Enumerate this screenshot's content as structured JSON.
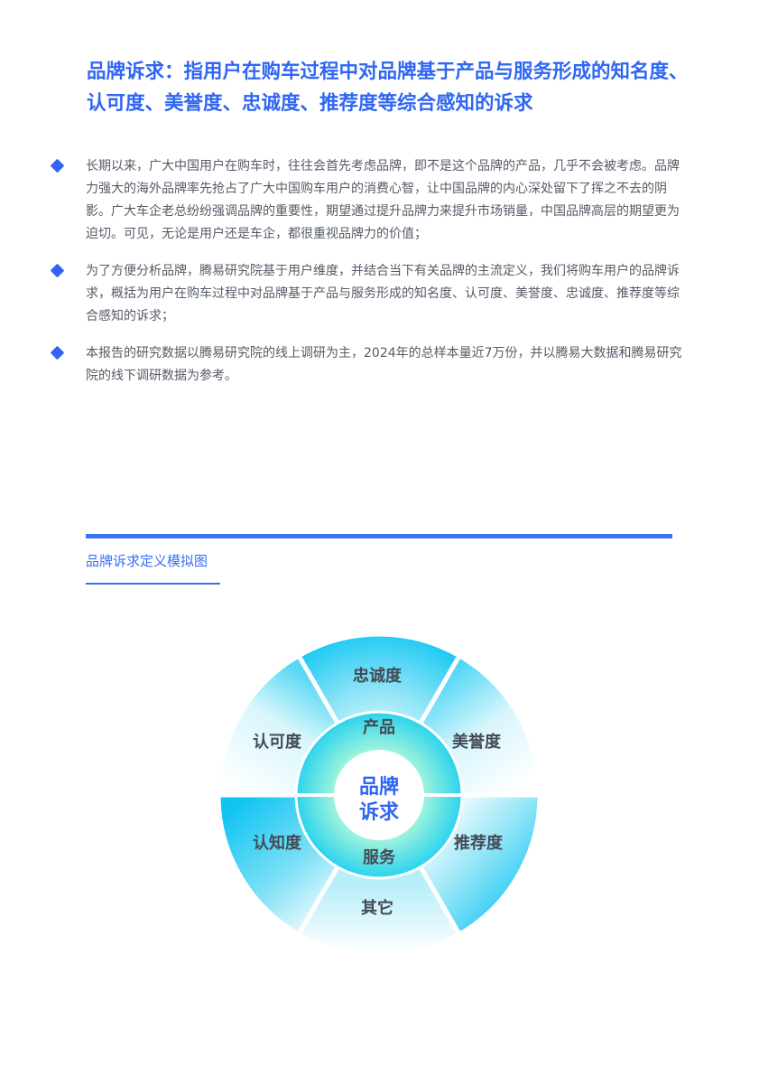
{
  "heading": "品牌诉求：指用户在购车过程中对品牌基于产品与服务形成的知名度、认可度、美誉度、忠诚度、推荐度等综合感知的诉求",
  "bullets": [
    "长期以来，广大中国用户在购车时，往往会首先考虑品牌，即不是这个品牌的产品，几乎不会被考虑。品牌力强大的海外品牌率先抢占了广大中国购车用户的消费心智，让中国品牌的内心深处留下了挥之不去的阴影。广大车企老总纷纷强调品牌的重要性，期望通过提升品牌力来提升市场销量，中国品牌高层的期望更为迫切。可见，无论是用户还是车企，都很重视品牌力的价值；",
    "为了方便分析品牌，腾易研究院基于用户维度，并结合当下有关品牌的主流定义，我们将购车用户的品牌诉求，概括为用户在购车过程中对品牌基于产品与服务形成的知名度、认可度、美誉度、忠诚度、推荐度等综合感知的诉求；",
    "本报告的研究数据以腾易研究院的线上调研为主，2024年的总样本量近7万份，并以腾易大数据和腾易研究院的线下调研数据为参考。"
  ],
  "section_title": "品牌诉求定义模拟图",
  "diagram": {
    "center_line1": "品牌",
    "center_line2": "诉求",
    "inner_top": "产品",
    "inner_bottom": "服务",
    "segments": {
      "top": "忠诚度",
      "upper_right": "美誉度",
      "lower_right": "推荐度",
      "bottom": "其它",
      "lower_left": "认知度",
      "upper_left": "认可度"
    },
    "colors": {
      "accent": "#2f66f3",
      "cyan": "#1ecbf2",
      "mint": "#7ff0d0"
    }
  }
}
